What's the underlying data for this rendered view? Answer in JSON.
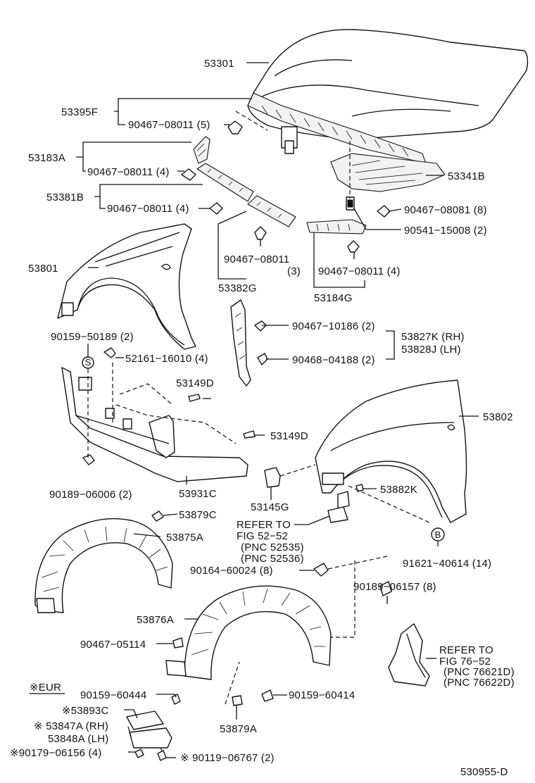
{
  "diagram_id": "530955-D",
  "eur_note": "※EUR",
  "labels": {
    "l53301": "53301",
    "l53395F": "53395F",
    "l90467_08011_5": "90467−08011 (5)",
    "l53183A": "53183A",
    "l90467_08011_4a": "90467−08011 (4)",
    "l53381B": "53381B",
    "l90467_08011_4b": "90467−08011 (4)",
    "l53341B": "53341B",
    "l90467_08081_8": "90467−08081 (8)",
    "l90541_15008_2": "90541−15008 (2)",
    "l53801": "53801",
    "l90467_08011_3": "90467−08011",
    "l_3": "(3)",
    "l53382G": "53382G",
    "l90467_08011_4c": "90467−08011 (4)",
    "l53184G": "53184G",
    "l90159_50189_2": "90159−50189 (2)",
    "l90467_10186_2": "90467−10186 (2)",
    "l53827K": "53827K (RH)",
    "l53828J": "53828J (LH)",
    "l52161_16010_4": "52161−16010 (4)",
    "l90468_04188_2": "90468−04188 (2)",
    "l53149D_a": "53149D",
    "l53149D_b": "53149D",
    "l53802": "53802",
    "l90189_06006_2": "90189−06006 (2)",
    "l53931C": "53931C",
    "l53145G": "53145G",
    "l53882K": "53882K",
    "l53879C": "53879C",
    "l53875A": "53875A",
    "refer1_line1": "REFER TO",
    "refer1_line2": "FIG 52−52",
    "refer1_line3": "(PNC 52535)",
    "refer1_line4": "(PNC 52536)",
    "l90164_60024_8": "90164−60024 (8)",
    "l91621_40614_14": "91621−40614 (14)",
    "l90189_06157_8": "90189−06157 (8)",
    "l53876A": "53876A",
    "l90467_05114": "90467−05114",
    "refer2_line1": "REFER TO",
    "refer2_line2": "FIG 76−52",
    "refer2_line3": "(PNC 76621D)",
    "refer2_line4": "(PNC 76622D)",
    "l90159_60444": "90159−60444",
    "l90159_60414": "90159−60414",
    "l53893C": "※53893C",
    "l53847A": "※ 53847A (RH)",
    "l53848A": "53848A (LH)",
    "l90179_06156_4": "※90179−06156 (4)",
    "l90119_06767_2": "※ 90119−06767 (2)",
    "l53879A": "53879A",
    "marker_s": "S",
    "marker_b": "B"
  }
}
